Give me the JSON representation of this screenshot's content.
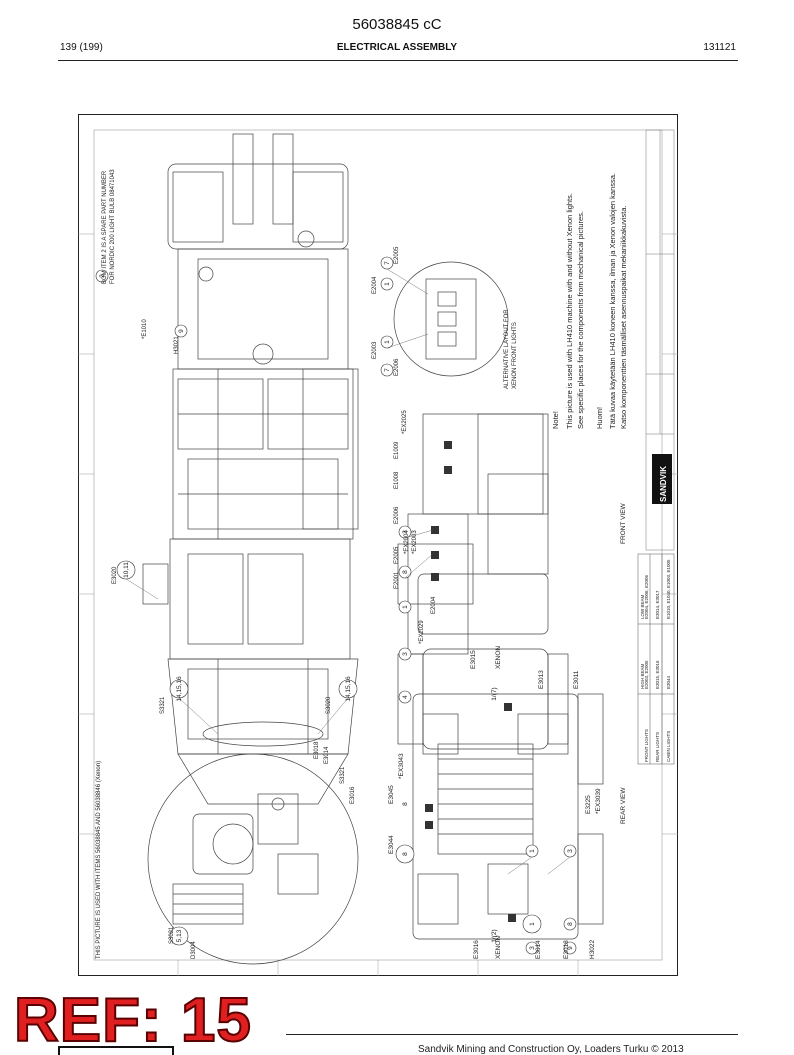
{
  "header": {
    "doc_number": "56038845 cC",
    "page": "139 (199)",
    "section": "ELECTRICAL ASSEMBLY",
    "date": "131121"
  },
  "drawing": {
    "notes_top": [
      "BOM ITEM 2 IS A SPARE PART NUMBER",
      "FOR NORDIC 200 LIGHT BULB 08471043"
    ],
    "note_left": "THIS PICTURE IS USED WITH ITEMS 56038845 AND 56038846 (Xenon)",
    "alt_layout": [
      "ALTERNATIVE LAYOUT FOR",
      "XENON FRONT LIGHTS"
    ],
    "note_en": [
      "Note!",
      "This picture is used with LH410 machine with and without Xenon lights.",
      "See specific places for the components from mechanical pictures."
    ],
    "note_fi": [
      "Huom!",
      "Tätä kuvaa käytetään LH410 koneen kanssa, ilman ja Xenon valojen kanssa.",
      "Katso komponenttien täsmälliset asennuspaikat mekaniikkakuvista."
    ],
    "front_view": "FRONT VIEW",
    "rear_view": "REAR VIEW",
    "brand": "SANDVIK",
    "labels": {
      "e1010": "*E1010",
      "h3021": "H3021",
      "e3020": "E3020",
      "s3321": "S3321",
      "s3020": "S3020",
      "e3004": "E3004",
      "e3018": "E3018",
      "e3014": "E3014",
      "s3321b": "S3321",
      "e3016": "E3016",
      "s3021": "S3021",
      "d3004": "D3004",
      "e2004": "E2004",
      "e2005": "E2005",
      "e2003": "E2003",
      "e2006": "E2006",
      "e1009": "E1009",
      "e1008": "E1008",
      "ex2025": "*EX2025",
      "e2001": "E2001",
      "e2006b": "E2006",
      "ex2004": "*EX2004",
      "ex2003": "*EX2003",
      "e2005b": "E2005",
      "ex2029": "*EX2029",
      "e2004b": "E2004",
      "e3044": "E3044",
      "e3045": "E3045",
      "ex3043": "*EX3043",
      "e3015": "E3015",
      "e3013": "E3013",
      "e3011": "E3011",
      "e3225": "E3225",
      "ex3039": "*EX3039",
      "e3016b": "E3016",
      "e3014b": "E3014",
      "e3018b": "E3018",
      "h3022": "H3022",
      "xenon": "XENON",
      "xenon2": "XENON"
    },
    "callouts": {
      "c2": "2",
      "c9": "9",
      "c1011": "10,11",
      "c141516a": "14,15,16",
      "c141516b": "14,15,16",
      "c513": "5,13",
      "c7a": "7",
      "c1a": "1",
      "c7b": "7",
      "c3a": "3",
      "c1b": "1",
      "c8a": "8",
      "c8b": "8",
      "c1c": "1",
      "c3b": "3",
      "c4": "4",
      "c8c": "8",
      "c8d": "8",
      "c17": "1/(7)",
      "c1d": "1",
      "c3c": "3",
      "c12": "1/(2)",
      "c1e": "1",
      "c3d": "3",
      "c9b": "9"
    },
    "light_table": {
      "headers": [
        "",
        "HIGH BEAM",
        "LOW BEAM"
      ],
      "rows": [
        [
          "FRONT LIGHTS",
          "E2003, E2005",
          "E2004, E2006, E2006"
        ],
        [
          "REAR LIGHTS",
          "E3015, E3016",
          "E3014, E3017"
        ],
        [
          "CABIN LIGHTS",
          "E3044",
          "E1010, E1040, E1003, E1005"
        ]
      ]
    }
  },
  "stamp": "REF: 15",
  "footer": {
    "copyright": "Sandvik Mining and Construction Oy, Loaders Turku © 2013"
  }
}
